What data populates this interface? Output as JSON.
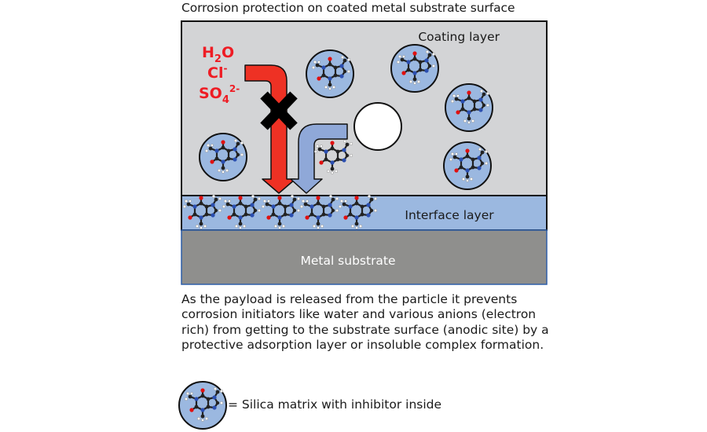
{
  "title": "Corrosion protection on coated metal substrate surface",
  "layers": {
    "coating": "Coating layer",
    "interface": "Interface layer",
    "substrate": "Metal substrate"
  },
  "species": {
    "water": {
      "base": "H",
      "sub": "2",
      "tail": "O"
    },
    "chloride": {
      "base": "Cl",
      "sup": "-"
    },
    "sulfate": {
      "base": "SO",
      "sub": "4",
      "sup": "2-"
    }
  },
  "description": "As the payload is released from the particle it prevents corrosion initiators like water and various anions (electron rich) from getting to the substrate surface (anodic site) by a protective adsorption layer or insoluble complex formation.",
  "legend": {
    "label": "= Silica matrix with inhibitor inside",
    "icon": "silica-particle-icon"
  },
  "colors": {
    "coating": "#d3d4d6",
    "interface": "#9bb8e0",
    "substrate": "#8f8f8d",
    "particle": "#9bb8e0",
    "blocked_arrow": "#ee3124",
    "release_arrow": "#8fa8d8",
    "ion_text": "#ee1c24",
    "block_mark": "#000000"
  }
}
